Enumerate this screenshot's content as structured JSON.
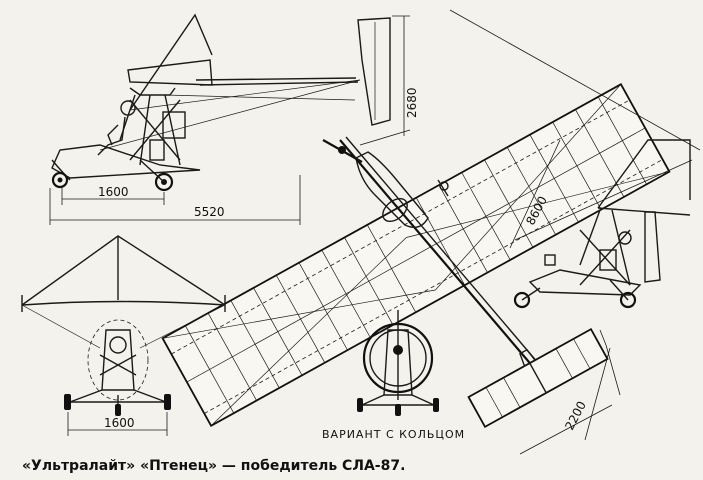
{
  "caption": "«Ультралайт» «Птенец» — победитель СЛА-87.",
  "variant_label": "ВАРИАНТ С КОЛЬЦОМ",
  "dimensions": {
    "side_wheelbase": "1600",
    "side_length": "5520",
    "height": "2680",
    "span": "8600",
    "tail_span": "2200",
    "front_track": "1600"
  }
}
